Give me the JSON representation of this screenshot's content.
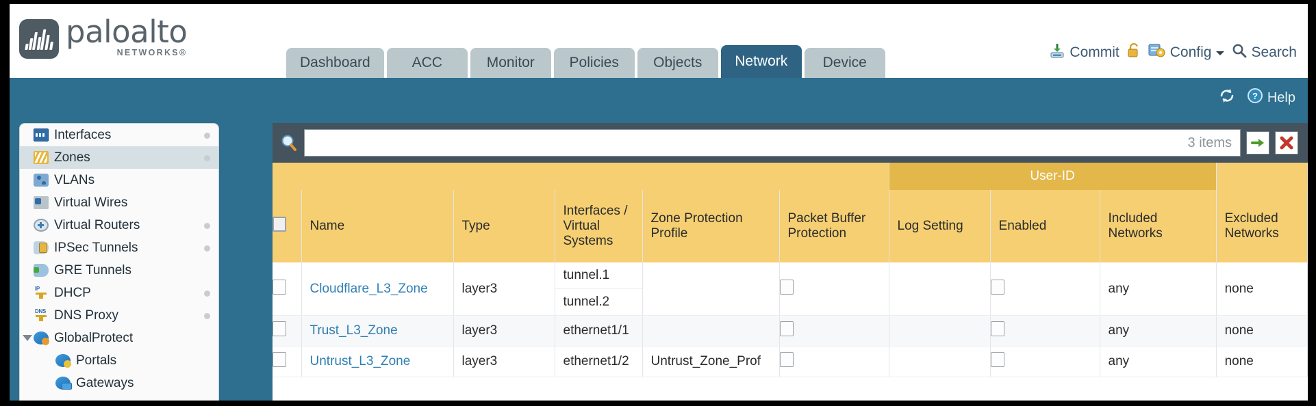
{
  "brand": {
    "name": "paloalto",
    "sub": "NETWORKS®"
  },
  "tabs": [
    {
      "label": "Dashboard",
      "active": false
    },
    {
      "label": "ACC",
      "active": false
    },
    {
      "label": "Monitor",
      "active": false
    },
    {
      "label": "Policies",
      "active": false
    },
    {
      "label": "Objects",
      "active": false
    },
    {
      "label": "Network",
      "active": true
    },
    {
      "label": "Device",
      "active": false
    }
  ],
  "header_actions": {
    "commit": "Commit",
    "lock_icon": "padlock-icon",
    "config": "Config",
    "config_caret": "▼",
    "search": "Search"
  },
  "blue_bar": {
    "refresh_icon": "refresh-icon",
    "help": "Help"
  },
  "sidebar": {
    "items": [
      {
        "label": "Interfaces",
        "icon": "interfaces-icon",
        "selected": false,
        "dot": true,
        "child": false,
        "expander": false
      },
      {
        "label": "Zones",
        "icon": "zones-icon",
        "selected": true,
        "dot": true,
        "child": false,
        "expander": false
      },
      {
        "label": "VLANs",
        "icon": "vlans-icon",
        "selected": false,
        "dot": false,
        "child": false,
        "expander": false
      },
      {
        "label": "Virtual Wires",
        "icon": "virtual-wires-icon",
        "selected": false,
        "dot": false,
        "child": false,
        "expander": false
      },
      {
        "label": "Virtual Routers",
        "icon": "virtual-routers-icon",
        "selected": false,
        "dot": true,
        "child": false,
        "expander": false
      },
      {
        "label": "IPSec Tunnels",
        "icon": "ipsec-tunnels-icon",
        "selected": false,
        "dot": true,
        "child": false,
        "expander": false
      },
      {
        "label": "GRE Tunnels",
        "icon": "gre-tunnels-icon",
        "selected": false,
        "dot": false,
        "child": false,
        "expander": false
      },
      {
        "label": "DHCP",
        "icon": "dhcp-icon",
        "selected": false,
        "dot": true,
        "child": false,
        "expander": false
      },
      {
        "label": "DNS Proxy",
        "icon": "dns-proxy-icon",
        "selected": false,
        "dot": true,
        "child": false,
        "expander": false
      },
      {
        "label": "GlobalProtect",
        "icon": "globalprotect-icon",
        "selected": false,
        "dot": false,
        "child": false,
        "expander": true
      },
      {
        "label": "Portals",
        "icon": "portals-icon",
        "selected": false,
        "dot": false,
        "child": true,
        "expander": false
      },
      {
        "label": "Gateways",
        "icon": "gateways-icon",
        "selected": false,
        "dot": false,
        "child": true,
        "expander": false
      }
    ]
  },
  "search": {
    "icon": "search-magnifier-icon",
    "value": "",
    "placeholder": "",
    "items_count": "3 items",
    "apply_icon": "green-arrow-icon",
    "clear_icon": "red-x-icon"
  },
  "table": {
    "group_header": {
      "label": "User-ID",
      "spans": 3
    },
    "columns": [
      "Name",
      "Type",
      "Interfaces / Virtual Systems",
      "Zone Protection Profile",
      "Packet Buffer Protection",
      "Log Setting",
      "Enabled",
      "Included Networks",
      "Excluded Networks"
    ],
    "select_all_checked": false,
    "rows": [
      {
        "selected": false,
        "name": "Cloudflare_L3_Zone",
        "type": "layer3",
        "interfaces": [
          "tunnel.1",
          "tunnel.2"
        ],
        "zone_protection_profile": "",
        "packet_buffer_protection": false,
        "log_setting": "",
        "userid_enabled": false,
        "included_networks": "any",
        "excluded_networks": "none"
      },
      {
        "selected": false,
        "name": "Trust_L3_Zone",
        "type": "layer3",
        "interfaces": [
          "ethernet1/1"
        ],
        "zone_protection_profile": "",
        "packet_buffer_protection": false,
        "log_setting": "",
        "userid_enabled": false,
        "included_networks": "any",
        "excluded_networks": "none"
      },
      {
        "selected": false,
        "name": "Untrust_L3_Zone",
        "type": "layer3",
        "interfaces": [
          "ethernet1/2"
        ],
        "zone_protection_profile": "Untrust_Zone_Prof",
        "packet_buffer_protection": false,
        "log_setting": "",
        "userid_enabled": false,
        "included_networks": "any",
        "excluded_networks": "none"
      }
    ]
  },
  "colors": {
    "brand_blue": "#2e6e8e",
    "tab_active": "#2e6384",
    "tab_inactive": "#bac8cc",
    "table_header": "#f5cf72",
    "group_header": "#e3b749",
    "link": "#2f7fb3",
    "search_bar": "#44535e"
  }
}
